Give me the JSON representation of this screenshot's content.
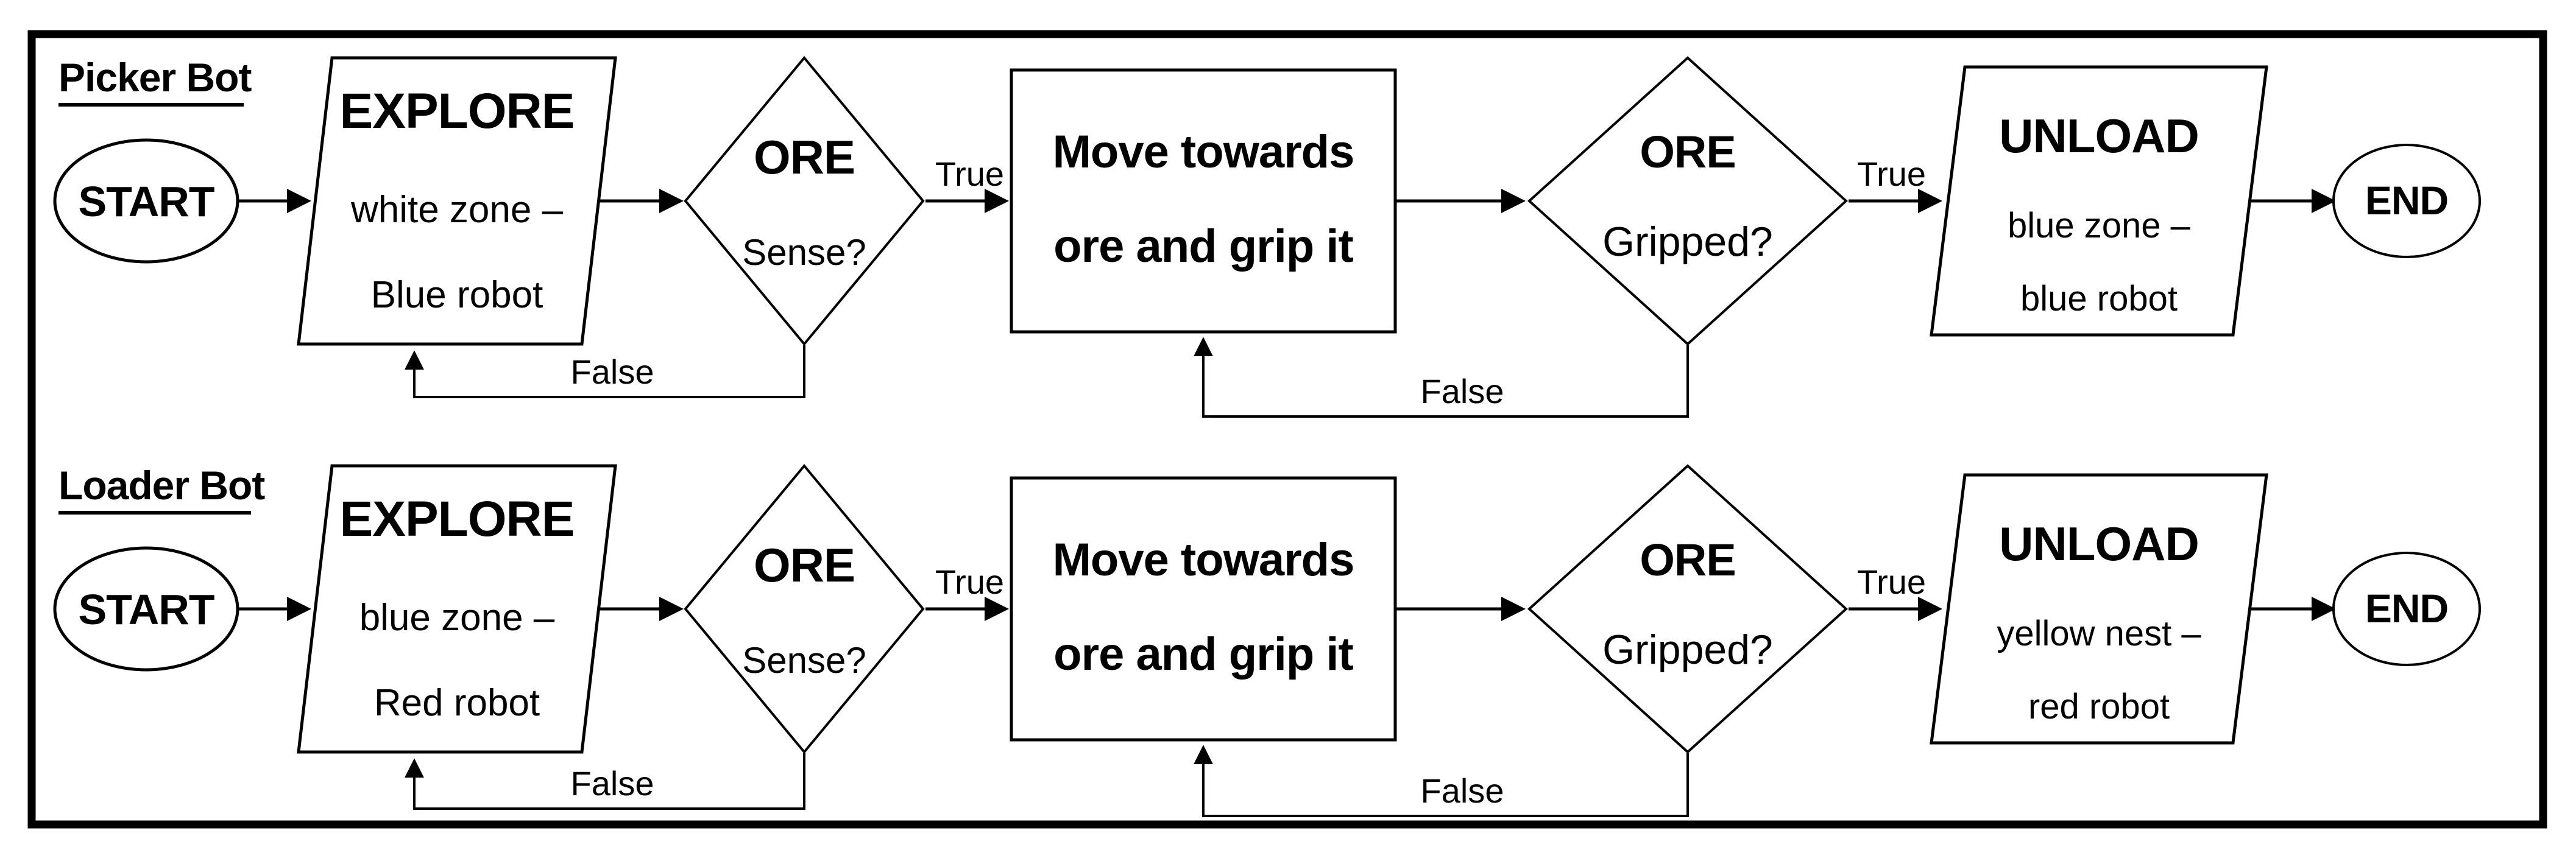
{
  "frame": {
    "background": "#ffffff",
    "border_color": "#000000"
  },
  "rows": [
    {
      "title": "Picker Bot",
      "start": "START",
      "explore": {
        "title": "EXPLORE",
        "subtitle1": "white zone –",
        "subtitle2": "Blue robot"
      },
      "sense": {
        "title": "ORE",
        "question": "Sense?",
        "true_label": "True",
        "false_label": "False"
      },
      "process": {
        "line1": "Move towards",
        "line2": "ore and grip it"
      },
      "gripped": {
        "title": "ORE",
        "question": "Gripped?",
        "true_label": "True",
        "false_label": "False"
      },
      "unload": {
        "title": "UNLOAD",
        "subtitle1": "blue zone –",
        "subtitle2": "blue robot"
      },
      "end": "END"
    },
    {
      "title": "Loader Bot",
      "start": "START",
      "explore": {
        "title": "EXPLORE",
        "subtitle1": "blue zone –",
        "subtitle2": "Red robot"
      },
      "sense": {
        "title": "ORE",
        "question": "Sense?",
        "true_label": "True",
        "false_label": "False"
      },
      "process": {
        "line1": "Move towards",
        "line2": "ore and grip it"
      },
      "gripped": {
        "title": "ORE",
        "question": "Gripped?",
        "true_label": "True",
        "false_label": "False"
      },
      "unload": {
        "title": "UNLOAD",
        "subtitle1": "yellow nest –",
        "subtitle2": "red robot"
      },
      "end": "END"
    }
  ]
}
